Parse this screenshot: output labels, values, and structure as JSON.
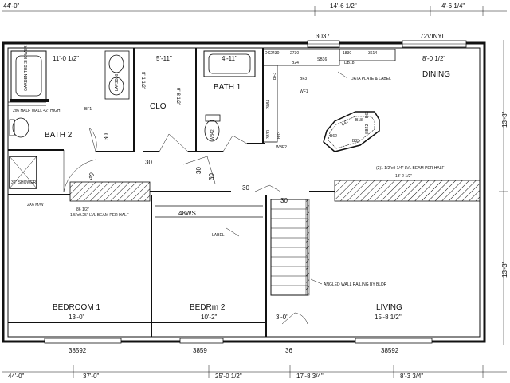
{
  "dims_top": {
    "left": "44'-0\"",
    "mid": "14'-6 1/2\"",
    "right": "4'-6 1/4\""
  },
  "dims_bottom": {
    "d1": "44'-0\"",
    "d2": "37'-0\"",
    "d3": "25'-0 1/2\"",
    "d4": "17'-8 3/4\"",
    "d5": "8'-3 3/4\""
  },
  "dims_right": {
    "upper": "13'-3\"",
    "lower": "13'-3\""
  },
  "windows_top": {
    "w1": "3037",
    "w2": "72VINYL"
  },
  "rooms": {
    "dining": "DINING",
    "bath1": "BATH 1",
    "bath2": "BATH 2",
    "clo": "CLO",
    "bedroom1": "BEDROOM 1",
    "bedroom2": "BEDRm 2",
    "living": "LIVING"
  },
  "dims_interior": {
    "bath2_width": "11'-0 1/2\"",
    "clo_width": "5'-11\"",
    "bath1_width": "4'-11\"",
    "dining_width": "8'-0 1/2\"",
    "vert1": "8'-1 1/2\"",
    "vert2": "9'-8 1/2\"",
    "bed1_width": "13'-0\"",
    "bed2_width": "10'-2\"",
    "hall_width": "3'-0\"",
    "living_width": "15'-8 1/2\"",
    "beam_len": "86 1/2\"",
    "beam_right_len": "13'-2 1/2\""
  },
  "notes": {
    "garden_tub": "GARDEN TUB SHOWER",
    "half_wall": "2x6 HALF WALL 42\" HIGH",
    "shower": "36\" SHOWER",
    "beam_left": "1.5\"x9.25\" LVL BEAM PER HALF",
    "beam_right": "(2)1 1/2\"x9 1/4\" LVL BEAM PER HALF",
    "angled_wall": "ANGLED WALL RAILING BY BLDR",
    "data_plate": "DATA PLATE & LABEL",
    "label": "LABEL",
    "stud_wall": "2X6 M/W"
  },
  "cabinets": [
    "DC2430",
    "2730",
    "SB36",
    "1830",
    "3614",
    "B24",
    "DB18",
    "BF3",
    "3084",
    "BF3",
    "3330",
    "B33",
    "WBF2",
    "WF1",
    "B42",
    "B18",
    "B62",
    "B62",
    "SB42",
    "B33"
  ],
  "tags": {
    "bf1": "BF1",
    "wb42": "WB42",
    "ws48": "48WS",
    "lav": "LAVSB36"
  },
  "door_widths": [
    "30",
    "30",
    "30",
    "30",
    "30",
    "30",
    "30"
  ],
  "windows_bottom": {
    "w1": "38592",
    "w2": "3859",
    "w3": "36",
    "w4": "38592"
  }
}
